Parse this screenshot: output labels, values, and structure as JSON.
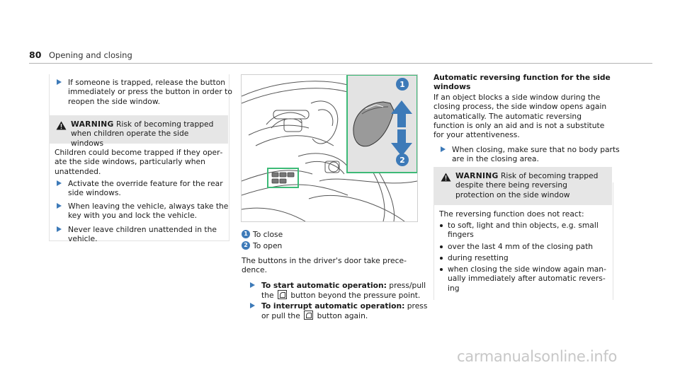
{
  "header": {
    "page_number": "80",
    "section_title": "Opening and closing"
  },
  "left": {
    "step_trapped": "If someone is trapped, release the but­ton immediately or press the button in order to reopen the side window.",
    "warning": {
      "label": "WARNING",
      "title": "Risk of becoming trapped when children operate the side windows",
      "body": "Children could become trapped if they oper­ate the side windows, particularly when unat­tended.",
      "steps": [
        "Activate the override feature for the rear side windows.",
        "When leaving the vehicle, always take the key with you and lock the vehicle.",
        "Never leave children unattended in the vehicle."
      ]
    }
  },
  "middle": {
    "figure": {
      "callout_1": "1",
      "callout_2": "2"
    },
    "key": [
      {
        "num": "1",
        "label": "To close"
      },
      {
        "num": "2",
        "label": "To open"
      }
    ],
    "intro": "The buttons in the driver's door take prece­dence.",
    "step_start": {
      "bold": "To start automatic operation:",
      "pre": " press/pull the ",
      "post": " button beyond the pressure point."
    },
    "step_interrupt": {
      "bold": "To interrupt automatic operation:",
      "pre": " press or pull the ",
      "post": " button again."
    }
  },
  "right": {
    "heading": "Automatic reversing function for the side windows",
    "body": "If an object blocks a side window during the closing process, the side window opens again automatically. The automatic reversing function is only an aid and is not a substitute for your attentiveness.",
    "step_closing": "When closing, make sure that no body parts are in the closing area.",
    "warning": {
      "label": "WARNING",
      "title": "Risk of becoming trapped despite there being reversing protection on the side window",
      "intro": "The reversing function does not react:",
      "bullets": [
        "to soft, light and thin objects, e.g. small fingers",
        "over the last 4 mm of the closing path",
        "during resetting",
        "when closing the side window again man­ually immediately after automatic revers­ing"
      ]
    }
  },
  "watermark": "carmanualsonline.info",
  "colors": {
    "accent": "#3d7ab8",
    "inset_border": "#3dba77",
    "warning_bg": "#e6e6e6"
  }
}
